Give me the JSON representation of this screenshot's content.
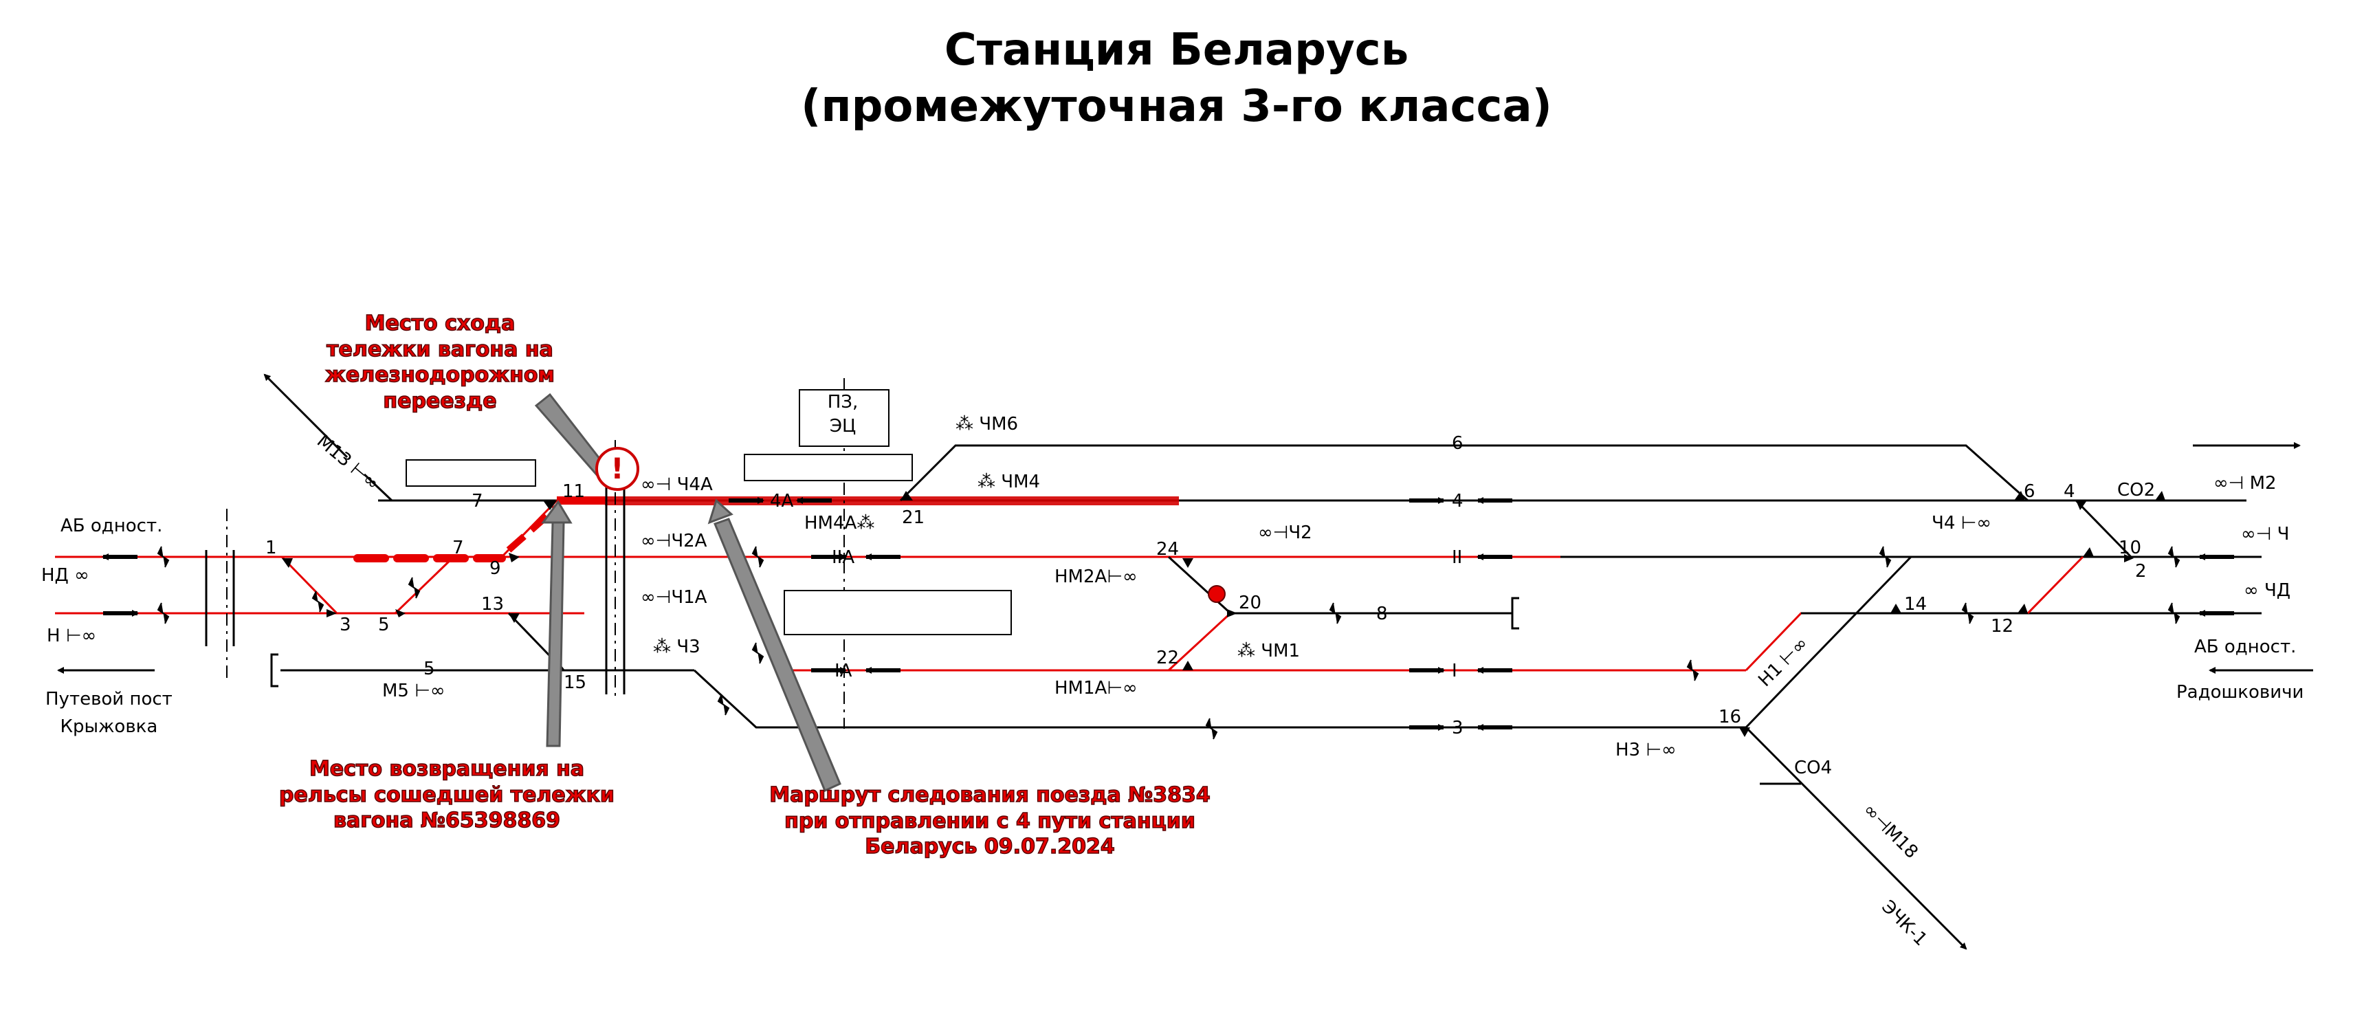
{
  "title": {
    "line1": "Станция Беларусь",
    "line2": "(промежуточная 3-го класса)"
  },
  "annotations": {
    "derailment_place": [
      "Место схода",
      "тележки вагона на",
      "железнодорожном",
      "переезде"
    ],
    "return_place": [
      "Место возвращения на",
      "рельсы сошедшей тележки",
      "вагона №65398869"
    ],
    "route": [
      "Маршрут следования поезда №3834",
      "при отправлении с 4 пути станции",
      "Беларусь 09.07.2024"
    ]
  },
  "directions": {
    "left_top": "АБ одност.",
    "left_bottom": [
      "Путевой пост",
      "Крыжовка"
    ],
    "right_top": "АБ одност.",
    "right_bottom": "Радошковичи",
    "bottom_right": "ЭЧК-1"
  },
  "building": {
    "line1": "ПЗ,",
    "line2": "ЭЦ"
  },
  "crossing_sign": "!",
  "tracks": {
    "t7": "7",
    "t4": "4",
    "t6": "6",
    "tII": "II",
    "tI": "I",
    "t3": "3",
    "t8": "8",
    "t5": "5",
    "tIIA": "IIA",
    "tIA": "IA",
    "t4A": "4A"
  },
  "signals": {
    "ND": "НД",
    "N": "Н",
    "M13": "М13",
    "M5": "М5",
    "CH4A": "Ч4А",
    "CH2A": "Ч2А",
    "CH1A": "Ч1А",
    "CH3": "Ч3",
    "CHM6": "ЧМ6",
    "CHM4": "ЧМ4",
    "NM4A": "НМ4А",
    "CH2": "Ч2",
    "NM2A": "НМ2А",
    "CHM1": "ЧМ1",
    "NM1A": "НМ1А",
    "CH4": "Ч4",
    "SO2": "СО2",
    "M2": "М2",
    "CH": "Ч",
    "CHD": "ЧД",
    "N1": "Н1",
    "N3": "Н3",
    "SO4": "СО4",
    "M18": "М18"
  },
  "switches": {
    "s1": "1",
    "s3": "3",
    "s5": "5",
    "s7": "7",
    "s9": "9",
    "s11": "11",
    "s13": "13",
    "s15": "15",
    "s21": "21",
    "s24": "24",
    "s20": "20",
    "s22": "22",
    "s6": "6",
    "s4": "4",
    "s10": "10",
    "s2": "2",
    "s12": "12",
    "s14": "14",
    "s16": "16"
  },
  "colors": {
    "line": "#000000",
    "red_track": "#e60000",
    "route_highlight": "#d40000",
    "pointer_arrow": "#6e6e6e"
  }
}
